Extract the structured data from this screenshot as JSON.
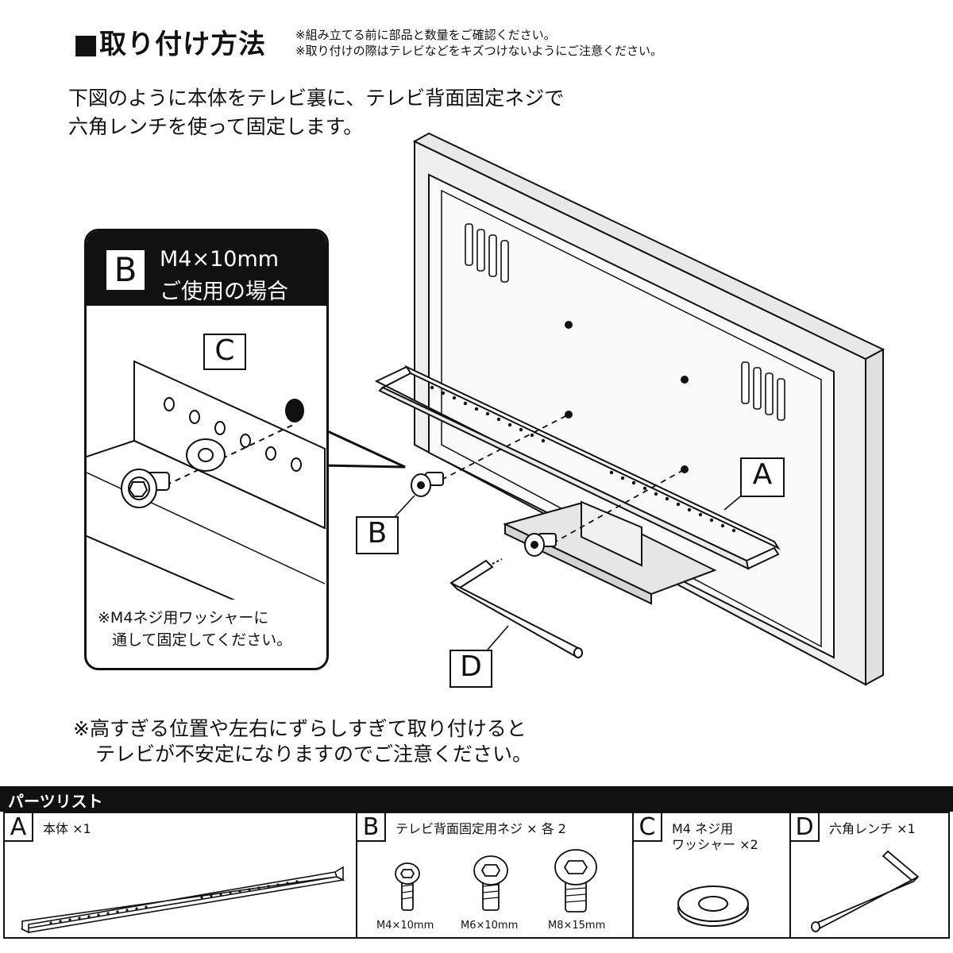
{
  "header": {
    "title": "■取り付け方法",
    "note_1": "※組み立てる前に部品と数量をご確認ください。",
    "note_2": "※取り付けの際はテレビなどをキズつけないようにご注意ください。"
  },
  "intro": {
    "line_1": "下図のように本体をテレビ裏に、テレビ背面固定ネジで",
    "line_2": "六角レンチを使って固定します。"
  },
  "detail": {
    "letter": "B",
    "spec": "M4×10mm",
    "usage": "ご使用の場合",
    "washer_letter": "C",
    "note_1": "※M4ネジ用ワッシャーに",
    "note_2": "通して固定してください。"
  },
  "diagram_labels": {
    "a": "A",
    "b": "B",
    "d": "D"
  },
  "warning": {
    "line_1": "※高すぎる位置や左右にずらしすぎて取り付けると",
    "line_2": "テレビが不安定になりますのでご注意ください。"
  },
  "parts_list": {
    "title": "パーツリスト",
    "items": [
      {
        "letter": "A",
        "name": "本体 ×1",
        "name_2": ""
      },
      {
        "letter": "B",
        "name": "テレビ背面固定用ネジ × 各 2",
        "name_2": "",
        "sizes": [
          "M4×10mm",
          "M6×10mm",
          "M8×15mm"
        ]
      },
      {
        "letter": "C",
        "name": "M4 ネジ用",
        "name_2": "ワッシャー ×2"
      },
      {
        "letter": "D",
        "name": "六角レンチ ×1",
        "name_2": ""
      }
    ]
  }
}
